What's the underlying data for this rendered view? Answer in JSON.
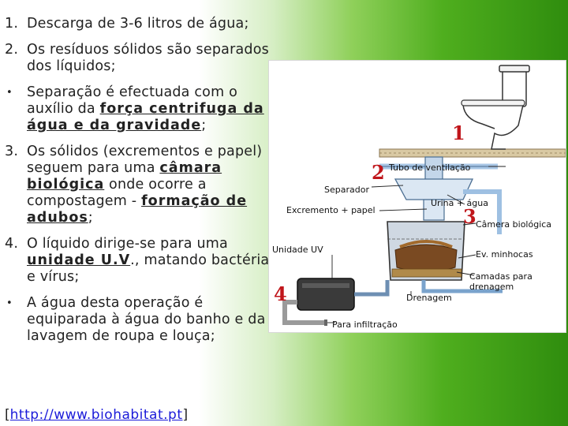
{
  "items": [
    {
      "marker": "1.",
      "parts": [
        {
          "t": "Descarga de 3-6 litros de água;"
        }
      ]
    },
    {
      "marker": "2.",
      "parts": [
        {
          "t": "Os resíduos sólidos são separados dos líquidos;"
        }
      ]
    },
    {
      "marker": "•",
      "parts": [
        {
          "t": "Separação é efectuada com o auxílio da "
        },
        {
          "t": "força centrifuga da água e da gravidade",
          "kw": true
        },
        {
          "t": ";"
        }
      ]
    },
    {
      "marker": "3.",
      "parts": [
        {
          "t": "Os sólidos (excrementos e papel) seguem para uma "
        },
        {
          "t": "câmara biológica",
          "kw": true
        },
        {
          "t": " onde ocorre a compostagem - "
        },
        {
          "t": "formação de adubos",
          "kw": true
        },
        {
          "t": ";"
        }
      ]
    },
    {
      "marker": "4.",
      "parts": [
        {
          "t": "O líquido dirige-se para uma "
        },
        {
          "t": "unidade U.V",
          "kw": true
        },
        {
          "t": "., matando bactérias e vírus;"
        }
      ]
    },
    {
      "marker": "•",
      "parts": [
        {
          "t": "A água desta operação é equiparada à água do banho e da lavagem de roupa e louça;"
        }
      ]
    }
  ],
  "source": {
    "open": "[",
    "link": "http://www.biohabitat.pt",
    "close": "]"
  },
  "figure": {
    "labels": {
      "tubo": "Tubo de ventilação",
      "separador": "Separador",
      "urina": "Urina + água",
      "excremento": "Excremento + papel",
      "camera": "Câmera biológica",
      "unidade_uv": "Unidade UV",
      "minhocas": "Ev. minhocas",
      "camadas1": "Camadas para",
      "camadas2": "drenagem",
      "drenagem": "Drenagem",
      "infiltracao": "Para infiltração"
    },
    "numbers": {
      "n1": "1",
      "n2": "2",
      "n3": "3",
      "n4": "4"
    }
  },
  "colors": {
    "number_red": "#c0161b",
    "link_blue": "#1a1ad9",
    "background_green": "#2f8d0e"
  }
}
